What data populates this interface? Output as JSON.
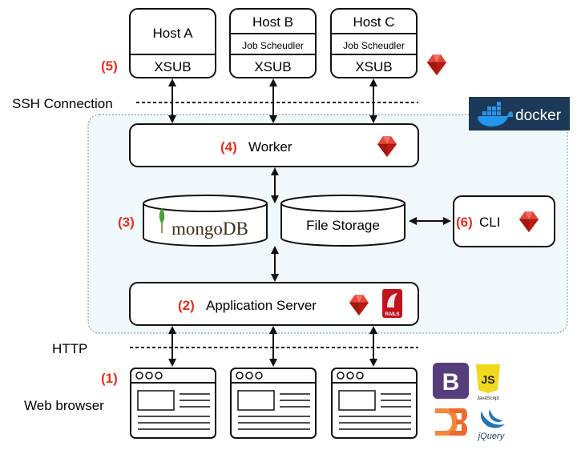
{
  "hosts": [
    {
      "name": "Host A",
      "scheduler": "",
      "xsub": "XSUB"
    },
    {
      "name": "Host B",
      "scheduler": "Job Scheudler",
      "xsub": "XSUB"
    },
    {
      "name": "Host C",
      "scheduler": "Job Scheudler",
      "xsub": "XSUB"
    }
  ],
  "connections": {
    "ssh": "SSH Connection",
    "http": "HTTP"
  },
  "docker": {
    "label": "docker"
  },
  "components": {
    "worker": {
      "number": "(4)",
      "label": "Worker"
    },
    "database": {
      "number": "(3)",
      "logo_text": "mongoDB"
    },
    "storage": {
      "label": "File Storage"
    },
    "cli": {
      "number": "(6)",
      "label": "CLI"
    },
    "app_server": {
      "number": "(2)",
      "label": "Application Server"
    },
    "xsub_number": "(5)",
    "browser_number": "(1)",
    "browser_label": "Web browser"
  },
  "tech_logos": {
    "rails": "RAILS",
    "bootstrap": "B",
    "js": "JS",
    "js_caption": "JavaScript",
    "d3": "D3",
    "jquery": "jQuery"
  },
  "colors": {
    "number_red": "#e8301c",
    "ruby_red": "#c8221a",
    "docker_navy": "#1c3a57",
    "docker_blue": "#2496ed",
    "mongo_green": "#4a9e3f",
    "bootstrap_purple": "#563d7c",
    "js_yellow": "#f0d81d"
  }
}
